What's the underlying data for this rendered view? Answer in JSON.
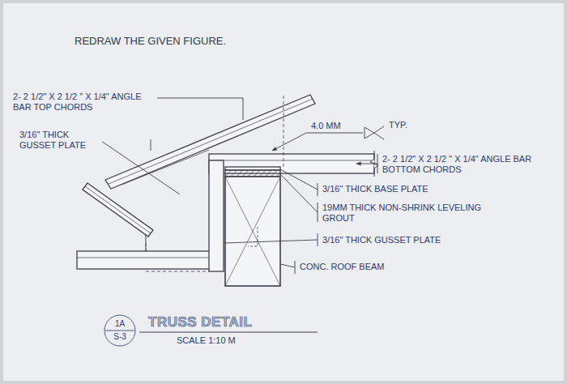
{
  "diagram": {
    "title": "TRUSS DETAIL",
    "caption": "SCALE 1:10 M",
    "nodes": [
      {
        "text": [
          "1A",
          "S-3"
        ]
      }
    ],
    "labels": [
      "REDRAW THE GIVEN FIGURE.",
      "2- 2 1/2\" X 2 1/2 \" X 1/4\" ANGLE BAR TOP CHORDS",
      "3/16\" THICK GUSSET PLATE",
      "4.0 MM",
      "TYP.",
      "2- 2 1/2\" X 2 1/2 \" X 1/4\" ANGLE BAR BOTTOM CHORDS",
      "3/16\" THICK BASE PLATE",
      "19MM THICK NON-SHRINK LEVELING GROUT",
      "3/16\" THICK GUSSET PLATE",
      "CONC. ROOF BEAM"
    ]
  }
}
